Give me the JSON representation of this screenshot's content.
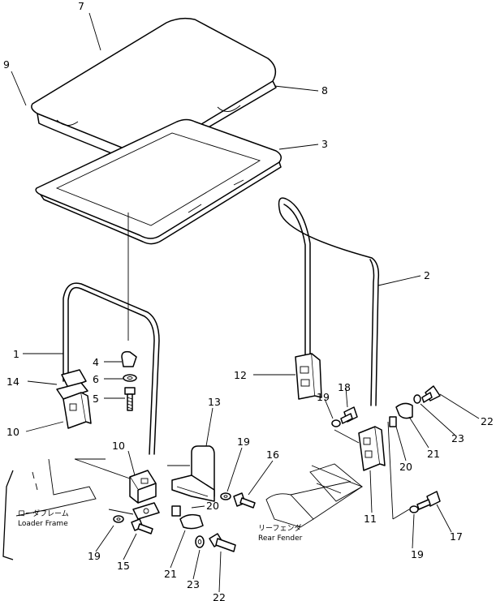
{
  "labels": {
    "p1": "1",
    "p2": "2",
    "p3": "3",
    "p4": "4",
    "p5": "5",
    "p6": "6",
    "p7": "7",
    "p8": "8",
    "p9": "9",
    "p10a": "10",
    "p10b": "10",
    "p11": "11",
    "p12": "12",
    "p13": "13",
    "p14": "14",
    "p15": "15",
    "p16": "16",
    "p17": "17",
    "p18": "18",
    "p19a": "19",
    "p19b": "19",
    "p19c": "19",
    "p19d": "19",
    "p20a": "20",
    "p20b": "20",
    "p21a": "21",
    "p21b": "21",
    "p22a": "22",
    "p22b": "22",
    "p23a": "23",
    "p23b": "23"
  },
  "notes": {
    "loader_frame_jp": "ローダフレーム",
    "loader_frame_en": "Loader Frame",
    "rear_fender_jp": "リーフェンダ",
    "rear_fender_en": "Rear Fender"
  }
}
